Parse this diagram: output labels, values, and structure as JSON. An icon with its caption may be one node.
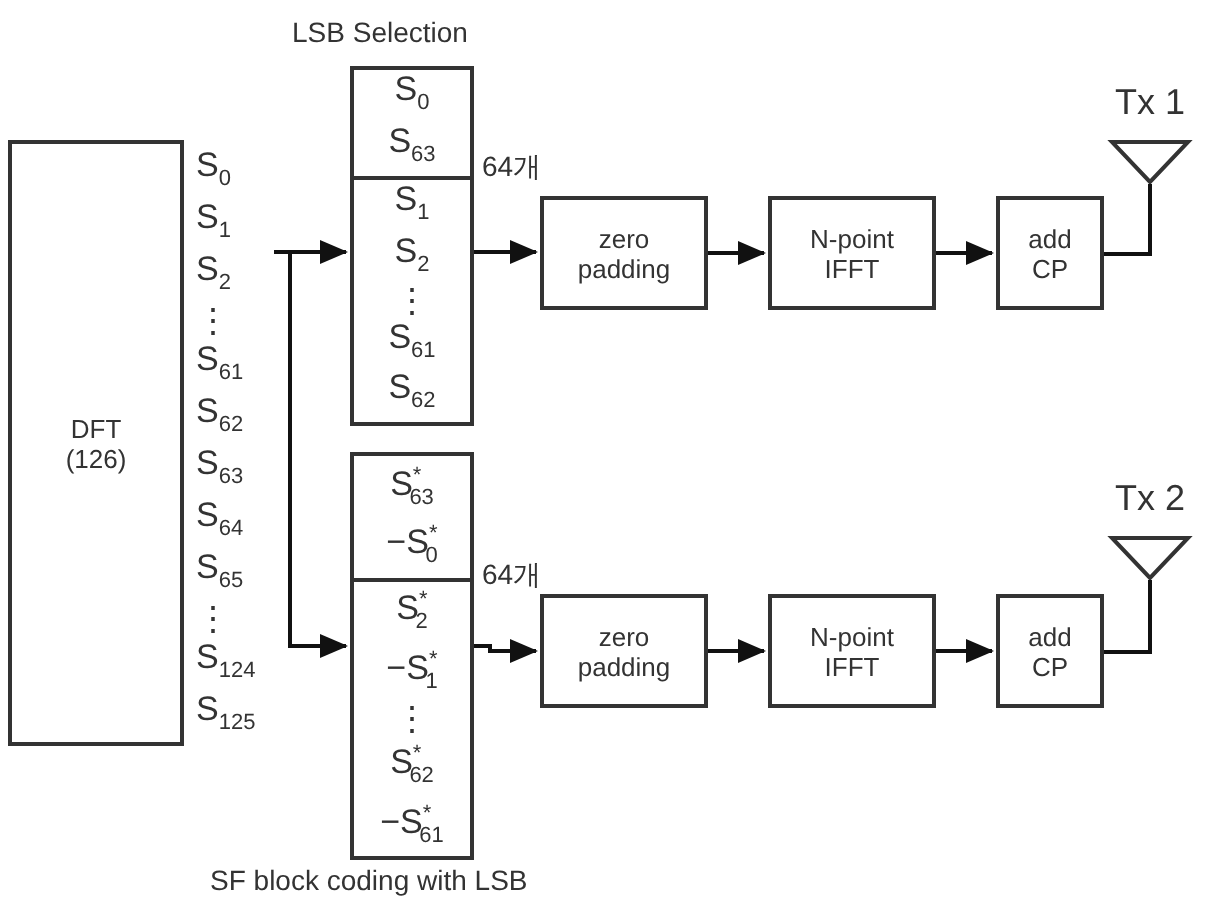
{
  "diagram": {
    "nodes": [
      {
        "text": [
          "DFT (126)"
        ]
      },
      {
        "text": [
          "S$_{0}$",
          "S$_{1}$",
          "S$_{2}$",
          "⋮",
          "S$_{61}$",
          "S$_{62}$",
          "S$_{63}$",
          "S$_{64}$",
          "S$_{65}$",
          "⋮",
          "S$_{124}$",
          "S$_{125}$"
        ]
      },
      {
        "text": [
          "S$_{0}$",
          "S$_{63}$"
        ]
      },
      {
        "text": [
          "S$_{1}$",
          "S$_{2}$",
          "⋮",
          "S$_{61}$",
          "S$_{62}$"
        ]
      },
      {
        "text": [
          "S$^{*}$$_{63}$",
          "−S$^{*}$$_{0}$"
        ]
      },
      {
        "text": [
          "S$^{*}$$_{2}$",
          "−S$^{*}$$_{1}$",
          "⋮",
          "S$^{*}$$_{62}$",
          "−S$^{*}$$_{61}$"
        ]
      },
      {
        "text": [
          "zero padding"
        ]
      },
      {
        "text": [
          "N-point IFFT"
        ]
      },
      {
        "text": [
          "add CP"
        ]
      },
      {
        "text": [
          "Tx 1"
        ]
      },
      {
        "text": [
          "zero padding"
        ]
      },
      {
        "text": [
          "N-point IFFT"
        ]
      },
      {
        "text": [
          "add CP"
        ]
      },
      {
        "text": [
          "Tx 2"
        ]
      }
    ],
    "edges": [
      {
        "from": 1,
        "to": 3,
        "arrow": "to"
      },
      {
        "from": 1,
        "to": 5,
        "arrow": "to"
      },
      {
        "from": 3,
        "to": 6,
        "arrow": "to"
      },
      {
        "from": 6,
        "to": 7,
        "arrow": "to"
      },
      {
        "from": 7,
        "to": 8,
        "arrow": "to"
      },
      {
        "from": 8,
        "to": 9,
        "arrow": "none"
      },
      {
        "from": 5,
        "to": 10,
        "arrow": "to"
      },
      {
        "from": 10,
        "to": 11,
        "arrow": "to"
      },
      {
        "from": 11,
        "to": 12,
        "arrow": "to"
      },
      {
        "from": 12,
        "to": 13,
        "arrow": "none"
      }
    ],
    "labels": [
      "LSB Selection",
      "64개",
      "64개",
      "SF block coding with LSB"
    ]
  }
}
